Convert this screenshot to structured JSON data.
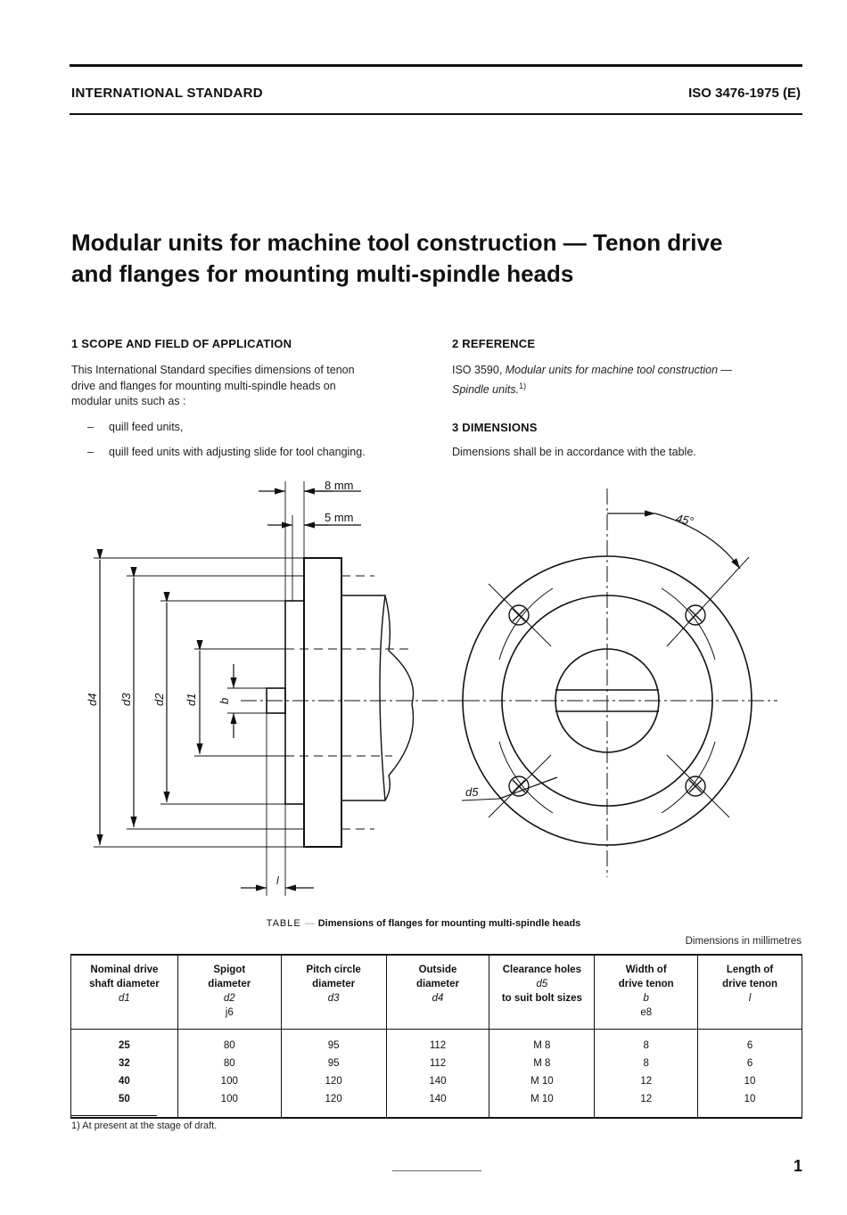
{
  "header": {
    "left": "INTERNATIONAL STANDARD",
    "right": "ISO 3476-1975 (E)"
  },
  "title": {
    "line1": "Modular units for machine tool construction — Tenon drive",
    "line2": "and flanges for mounting multi-spindle heads"
  },
  "section1": {
    "heading": "1  SCOPE AND FIELD OF APPLICATION",
    "para_lines": [
      "This International Standard specifies dimensions of tenon",
      "drive and flanges for mounting multi-spindle heads on",
      "modular units such as :"
    ],
    "items": [
      "quill feed units,",
      "quill feed units with adjusting slide for tool changing."
    ],
    "dash": "–"
  },
  "section2": {
    "heading": "2  REFERENCE",
    "ref_prefix": "ISO 3590, ",
    "ref_title_1": "Modular units for machine tool construction —",
    "ref_title_2": "Spindle units.",
    "ref_sup": "1)"
  },
  "section3": {
    "heading": "3  DIMENSIONS",
    "text": "Dimensions shall be in accordance with the table."
  },
  "drawing": {
    "dim_8": "8 mm",
    "dim_5": "5 mm",
    "label_l": "l",
    "label_d4": "d4",
    "label_d3": "d3",
    "label_d2": "d2",
    "label_d1": "d1",
    "label_b": "b",
    "label_angle": "45°",
    "label_d5": "d5"
  },
  "table": {
    "caption_label": "TABLE",
    "caption_dash": "—",
    "caption_text": "Dimensions of flanges for mounting multi-spindle heads",
    "units": "Dimensions in millimetres",
    "headers": [
      {
        "l1": "Nominal drive",
        "l2": "shaft diameter",
        "sym": "d1",
        "tol": ""
      },
      {
        "l1": "Spigot",
        "l2": "diameter",
        "sym": "d2",
        "tol": "j6"
      },
      {
        "l1": "Pitch circle",
        "l2": "diameter",
        "sym": "d3",
        "tol": ""
      },
      {
        "l1": "Outside",
        "l2": "diameter",
        "sym": "d4",
        "tol": ""
      },
      {
        "l1": "Clearance holes",
        "l2": "d5",
        "sym": "to suit bolt sizes",
        "tol": ""
      },
      {
        "l1": "Width of",
        "l2": "drive tenon",
        "sym": "b",
        "tol": "e8"
      },
      {
        "l1": "Length of",
        "l2": "drive tenon",
        "sym": "l",
        "tol": ""
      }
    ],
    "rows": [
      [
        "25",
        "80",
        "95",
        "112",
        "M  8",
        "8",
        "6"
      ],
      [
        "32",
        "80",
        "95",
        "112",
        "M  8",
        "8",
        "6"
      ],
      [
        "40",
        "100",
        "120",
        "140",
        "M 10",
        "12",
        "10"
      ],
      [
        "50",
        "100",
        "120",
        "140",
        "M 10",
        "12",
        "10"
      ]
    ]
  },
  "footnote": "1)   At present at the stage of draft.",
  "page_number": "1"
}
